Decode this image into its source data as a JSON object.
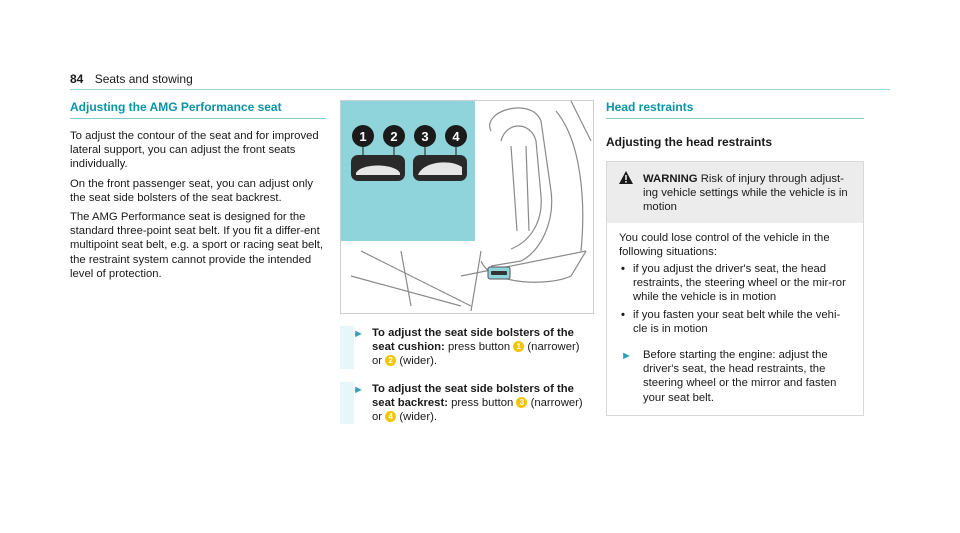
{
  "header": {
    "page_number": "84",
    "chapter": "Seats and stowing"
  },
  "left": {
    "title": "Adjusting the AMG Performance seat",
    "paragraphs": [
      "To adjust the contour of the seat and for improved lateral support, you can adjust the front seats individually.",
      "On the front passenger seat, you can adjust only the seat side bolsters of the seat backrest.",
      "The AMG Performance seat is designed for the standard three-point seat belt. If you fit a differ-ent multipoint seat belt, e.g. a sport or racing seat belt, the restraint system cannot provide the intended level of protection."
    ]
  },
  "figure": {
    "callouts": [
      "1",
      "2",
      "3",
      "4"
    ]
  },
  "steps": [
    {
      "lead": "To adjust the seat side bolsters of the seat cushion:",
      "t1": " press button ",
      "b1": "1",
      "t2": " (narrower) or ",
      "b2": "2",
      "t3": " (wider)."
    },
    {
      "lead": "To adjust the seat side bolsters of the seat backrest:",
      "t1": " press button ",
      "b1": "3",
      "t2": " (narrower) or ",
      "b2": "4",
      "t3": " (wider)."
    }
  ],
  "right": {
    "title": "Head restraints",
    "subtitle": "Adjusting the head restraints",
    "warning": {
      "label": "WARNING",
      "headline": " Risk of injury through adjust-ing vehicle settings while the vehicle is in motion",
      "intro": "You could lose control of the vehicle in the following situations:",
      "bullets": [
        "if you adjust the driver's seat, the head restraints, the steering wheel or the mir-ror while the vehicle is in motion",
        "if you fasten your seat belt while the vehi-cle is in motion"
      ],
      "bullet_symbol": "•",
      "action": "Before starting the engine: adjust the driver's seat, the head restraints, the steering wheel or the mirror and fasten your seat belt."
    }
  },
  "icons": {
    "arrow": "►",
    "warning": "warning-triangle-icon"
  }
}
